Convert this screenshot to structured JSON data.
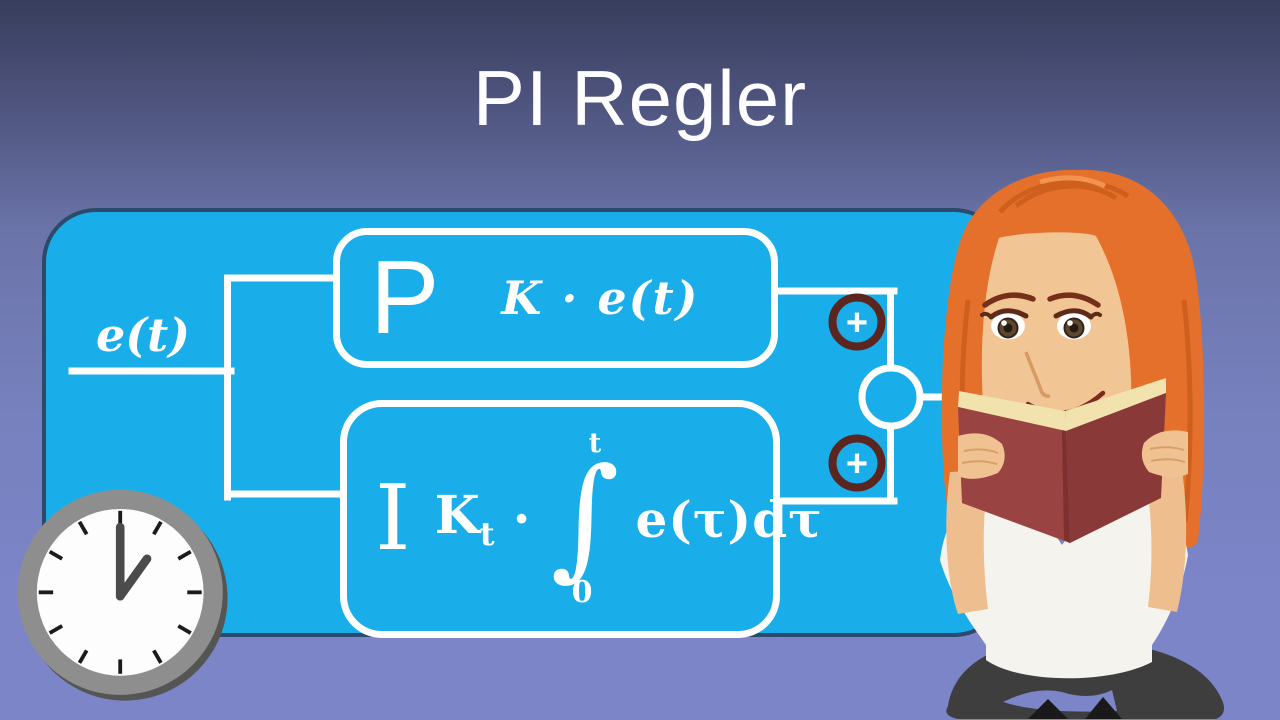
{
  "title": "PI Regler",
  "diagram": {
    "input_label": "e(t)",
    "p_block": {
      "letter": "P",
      "formula": "K · e(t)"
    },
    "i_block": {
      "letter": "I",
      "coefficient": "K",
      "coefficient_subscript": "t",
      "multiplication_dot": "·",
      "integral_upper_limit": "t",
      "integral_sign": "∫",
      "integral_lower_limit": "0",
      "integrand": "e(τ)dτ"
    },
    "summing": {
      "top_sign": "+",
      "bottom_sign": "+"
    }
  },
  "icons": {
    "clock": "analog-clock-icon",
    "character": "woman-reading-book-illustration"
  },
  "colors": {
    "background_top": "#383e5c",
    "background_bottom": "#7b85c8",
    "panel_fill": "#19aee9",
    "panel_border": "#2b4a6c",
    "connector_white": "#ffffff",
    "plus_ring_maroon": "#5b2520",
    "hair_orange": "#e4702b",
    "book_red": "#9a4343",
    "skin": "#f0c292",
    "shirt_white": "#f4f3ee",
    "legs_gray": "#3e3e3e"
  }
}
